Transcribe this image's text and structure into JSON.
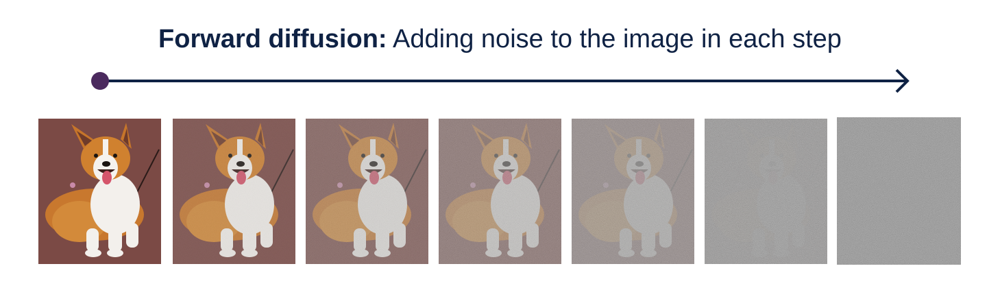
{
  "title": {
    "bold": "Forward diffusion:",
    "rest": "Adding noise to the image in each step"
  },
  "colors": {
    "title": "#0f2244",
    "arrow": "#0f2244",
    "start_dot": "#4b2a5e",
    "ground": "#7b4a45",
    "noise_gray": "#7f7f7f"
  },
  "frames": [
    {
      "name": "step-0",
      "noise": 0.0
    },
    {
      "name": "step-1",
      "noise": 0.15
    },
    {
      "name": "step-2",
      "noise": 0.32
    },
    {
      "name": "step-3",
      "noise": 0.5
    },
    {
      "name": "step-4",
      "noise": 0.72
    },
    {
      "name": "step-5",
      "noise": 0.92
    },
    {
      "name": "step-6",
      "noise": 1.0
    }
  ]
}
